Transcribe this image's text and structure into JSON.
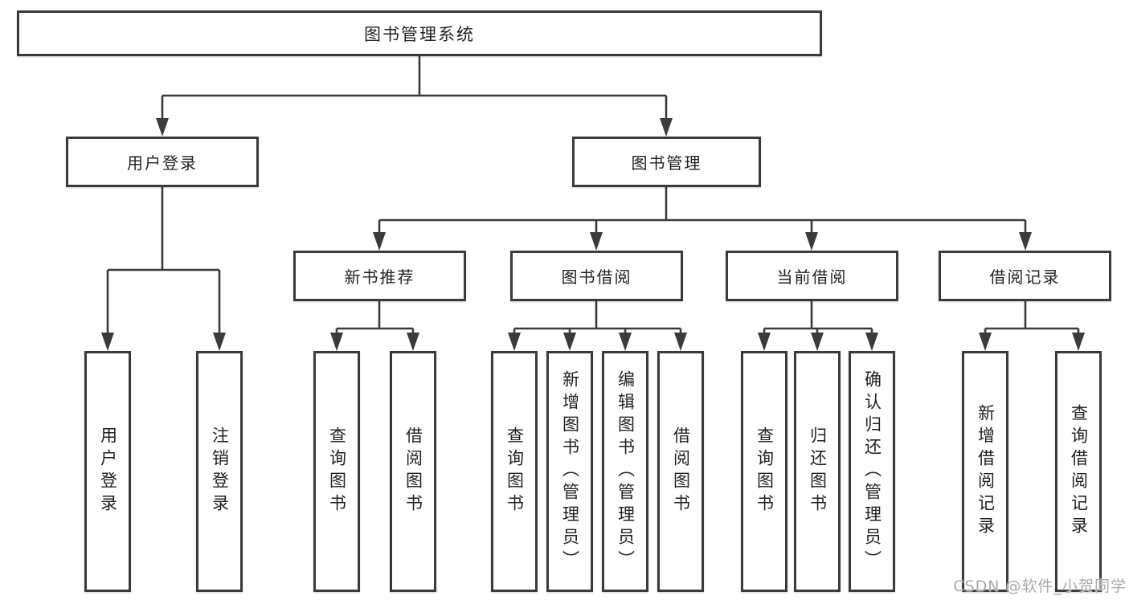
{
  "tree": {
    "root": {
      "label": "图书管理系统"
    },
    "branches": [
      {
        "label": "用户登录",
        "children": [
          {
            "label": "用户登录"
          },
          {
            "label": "注销登录"
          }
        ]
      },
      {
        "label": "图书管理",
        "children": [
          {
            "label": "新书推荐",
            "children": [
              {
                "label": "查询图书"
              },
              {
                "label": "借阅图书"
              }
            ]
          },
          {
            "label": "图书借阅",
            "children": [
              {
                "label": "查询图书"
              },
              {
                "label": "新增图书（管理员）"
              },
              {
                "label": "编辑图书（管理员）"
              },
              {
                "label": "借阅图书"
              }
            ]
          },
          {
            "label": "当前借阅",
            "children": [
              {
                "label": "查询图书"
              },
              {
                "label": "归还图书"
              },
              {
                "label": "确认归还（管理员）"
              }
            ]
          },
          {
            "label": "借阅记录",
            "children": [
              {
                "label": "新增借阅记录"
              },
              {
                "label": "查询借阅记录"
              }
            ]
          }
        ]
      }
    ]
  },
  "watermark": "CSDN @软件_小贺同学",
  "colors": {
    "line": "#3b3b3b",
    "text": "#222222",
    "box_background": "#ffffff",
    "watermark_text": "#ababab"
  }
}
